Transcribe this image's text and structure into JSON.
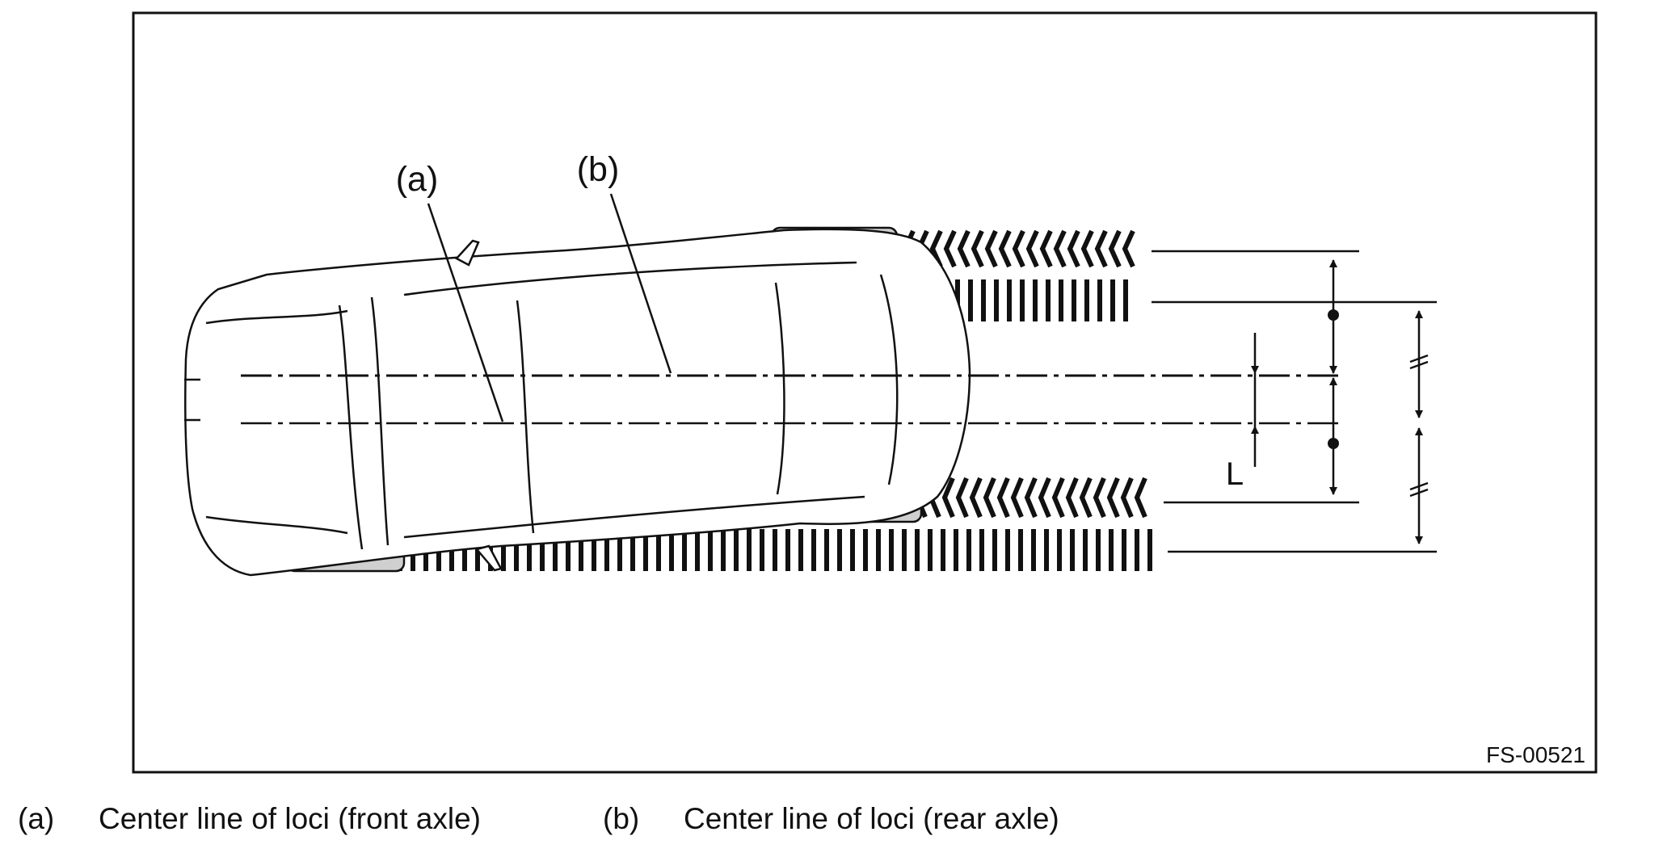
{
  "callouts": {
    "a": "(a)",
    "b": "(b)",
    "dim_L": "L"
  },
  "figure_id": "FS-00521",
  "legend": [
    {
      "key": "(a)",
      "text": "Center line of loci (front axle)"
    },
    {
      "key": "(b)",
      "text": "Center line of loci (rear axle)"
    }
  ]
}
